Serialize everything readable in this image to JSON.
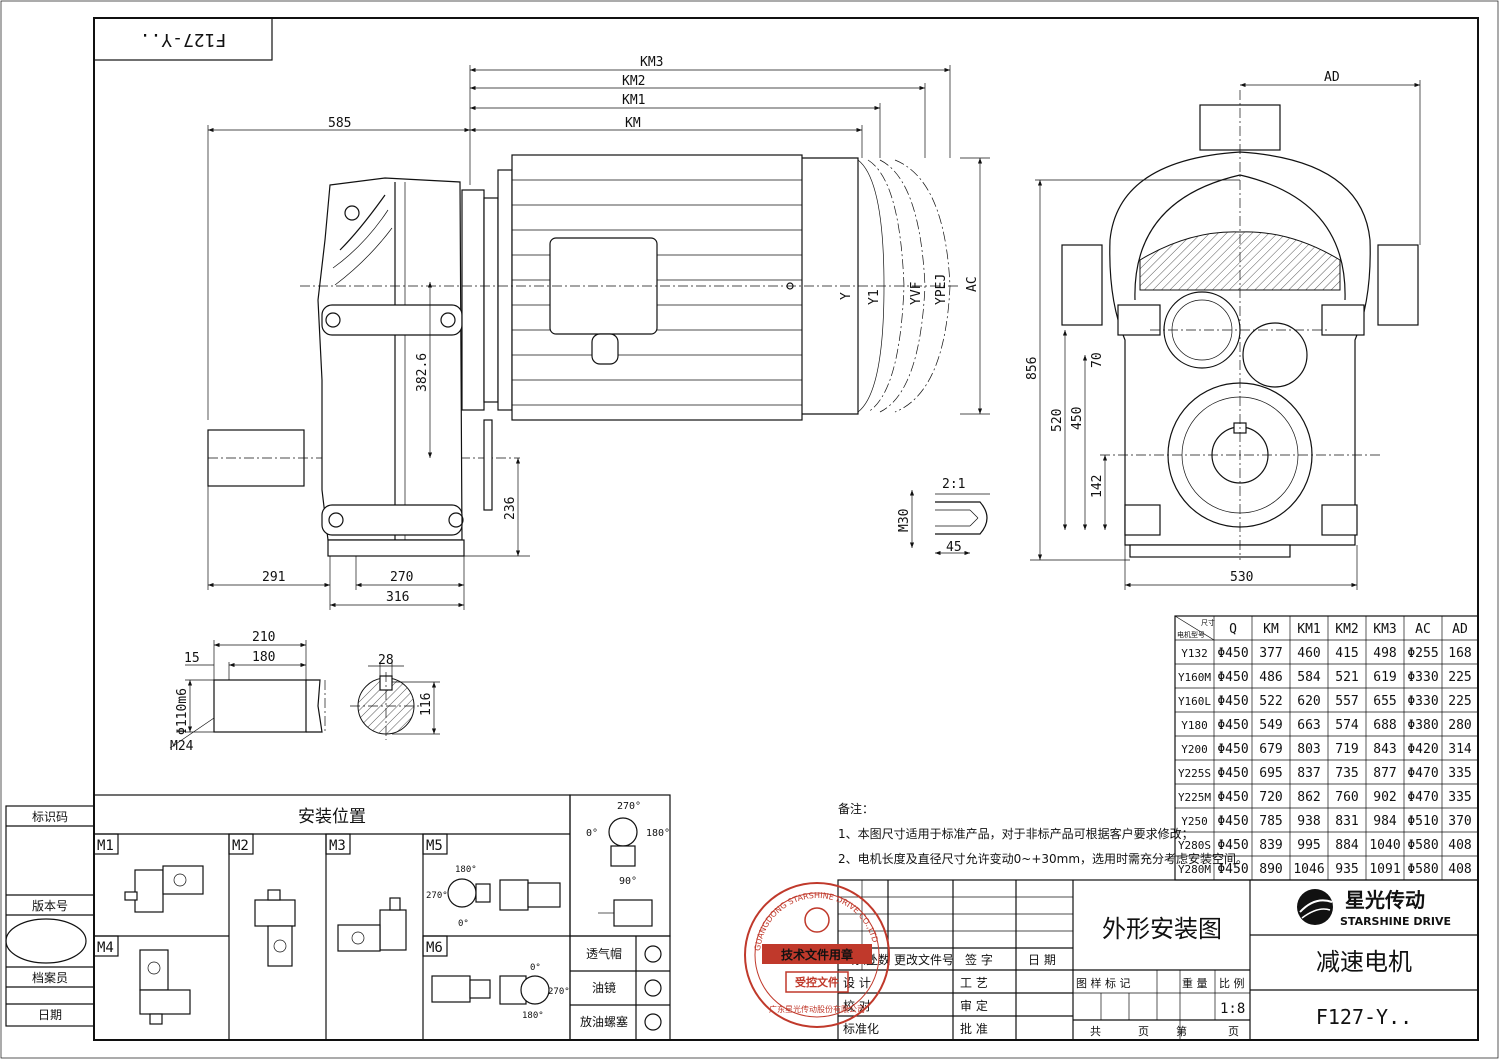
{
  "model_box": "F127-Y..",
  "dims": {
    "km3": "KM3",
    "km2": "KM2",
    "km1": "KM1",
    "km": "KM",
    "ad": "AD",
    "d585": "585",
    "d382": "382.6",
    "d236": "236",
    "d291": "291",
    "d270": "270",
    "d316": "316",
    "d856": "856",
    "d520": "520",
    "d450": "450",
    "d70": "70",
    "d142": "142",
    "d530": "530",
    "y": "Y",
    "y1": "Y1",
    "yvf": "YVF",
    "ypej": "YPEJ",
    "ac": "AC",
    "scale21": "2:1",
    "m30": "M30",
    "d45": "45",
    "d210": "210",
    "d15": "15",
    "d180": "180",
    "shaft_d": "Φ110m6",
    "m24": "M24",
    "d28": "28",
    "d116": "116"
  },
  "table": {
    "corner_top": "尺寸",
    "corner_bottom": "电机型号",
    "headers": [
      "Q",
      "KM",
      "KM1",
      "KM2",
      "KM3",
      "AC",
      "AD"
    ],
    "rows": [
      [
        "Y132",
        "Φ450",
        "377",
        "460",
        "415",
        "498",
        "Φ255",
        "168"
      ],
      [
        "Y160M",
        "Φ450",
        "486",
        "584",
        "521",
        "619",
        "Φ330",
        "225"
      ],
      [
        "Y160L",
        "Φ450",
        "522",
        "620",
        "557",
        "655",
        "Φ330",
        "225"
      ],
      [
        "Y180",
        "Φ450",
        "549",
        "663",
        "574",
        "688",
        "Φ380",
        "280"
      ],
      [
        "Y200",
        "Φ450",
        "679",
        "803",
        "719",
        "843",
        "Φ420",
        "314"
      ],
      [
        "Y225S",
        "Φ450",
        "695",
        "837",
        "735",
        "877",
        "Φ470",
        "335"
      ],
      [
        "Y225M",
        "Φ450",
        "720",
        "862",
        "760",
        "902",
        "Φ470",
        "335"
      ],
      [
        "Y250",
        "Φ450",
        "785",
        "938",
        "831",
        "984",
        "Φ510",
        "370"
      ],
      [
        "Y280S",
        "Φ450",
        "839",
        "995",
        "884",
        "1040",
        "Φ580",
        "408"
      ],
      [
        "Y280M",
        "Φ450",
        "890",
        "1046",
        "935",
        "1091",
        "Φ580",
        "408"
      ]
    ]
  },
  "notes": {
    "title": "备注：",
    "line1": "1、本图尺寸适用于标准产品，对于非标产品可根据客户要求修改；",
    "line2": "2、电机长度及直径尺寸允许变动0~+30mm，选用时需充分考虑安装空间。"
  },
  "install": {
    "title": "安装位置",
    "positions": [
      "M1",
      "M2",
      "M3",
      "M5",
      "M4",
      "M6"
    ],
    "angles": {
      "a270": "270°",
      "a0": "0°",
      "a180": "180°",
      "a90": "90°"
    },
    "legend": [
      "透气帽",
      "油镜",
      "放油螺塞"
    ]
  },
  "left_strip": {
    "id_code": "标识码",
    "version": "版本号",
    "archivist": "档案员",
    "date": "日期"
  },
  "title_block": {
    "drawing_name": "外形安装图",
    "company": "星光传动",
    "company_en": "STARSHINE DRIVE",
    "product": "减速电机",
    "model": "F127-Y..",
    "scale": "1:8",
    "hdr_mark": "标记",
    "hdr_place": "处数",
    "hdr_docno": "更改文件号",
    "hdr_sign": "签 字",
    "hdr_date": "日 期",
    "design": "设 计",
    "check": "校 对",
    "standard": "标准化",
    "process": "工 艺",
    "review": "审 定",
    "approve": "批 准",
    "sample_mark": "图 样 标 记",
    "weight": "重 量",
    "ratio": "比 例",
    "total": "共",
    "page1": "页",
    "page_no": "第",
    "page2": "页"
  },
  "stamp": {
    "ring_text": "GUANGDONG STARSHINE DRIVE CO.,LTD",
    "main": "技术文件用章",
    "controlled": "受控文件",
    "bottom": "广东星光传动股份有限公司"
  }
}
